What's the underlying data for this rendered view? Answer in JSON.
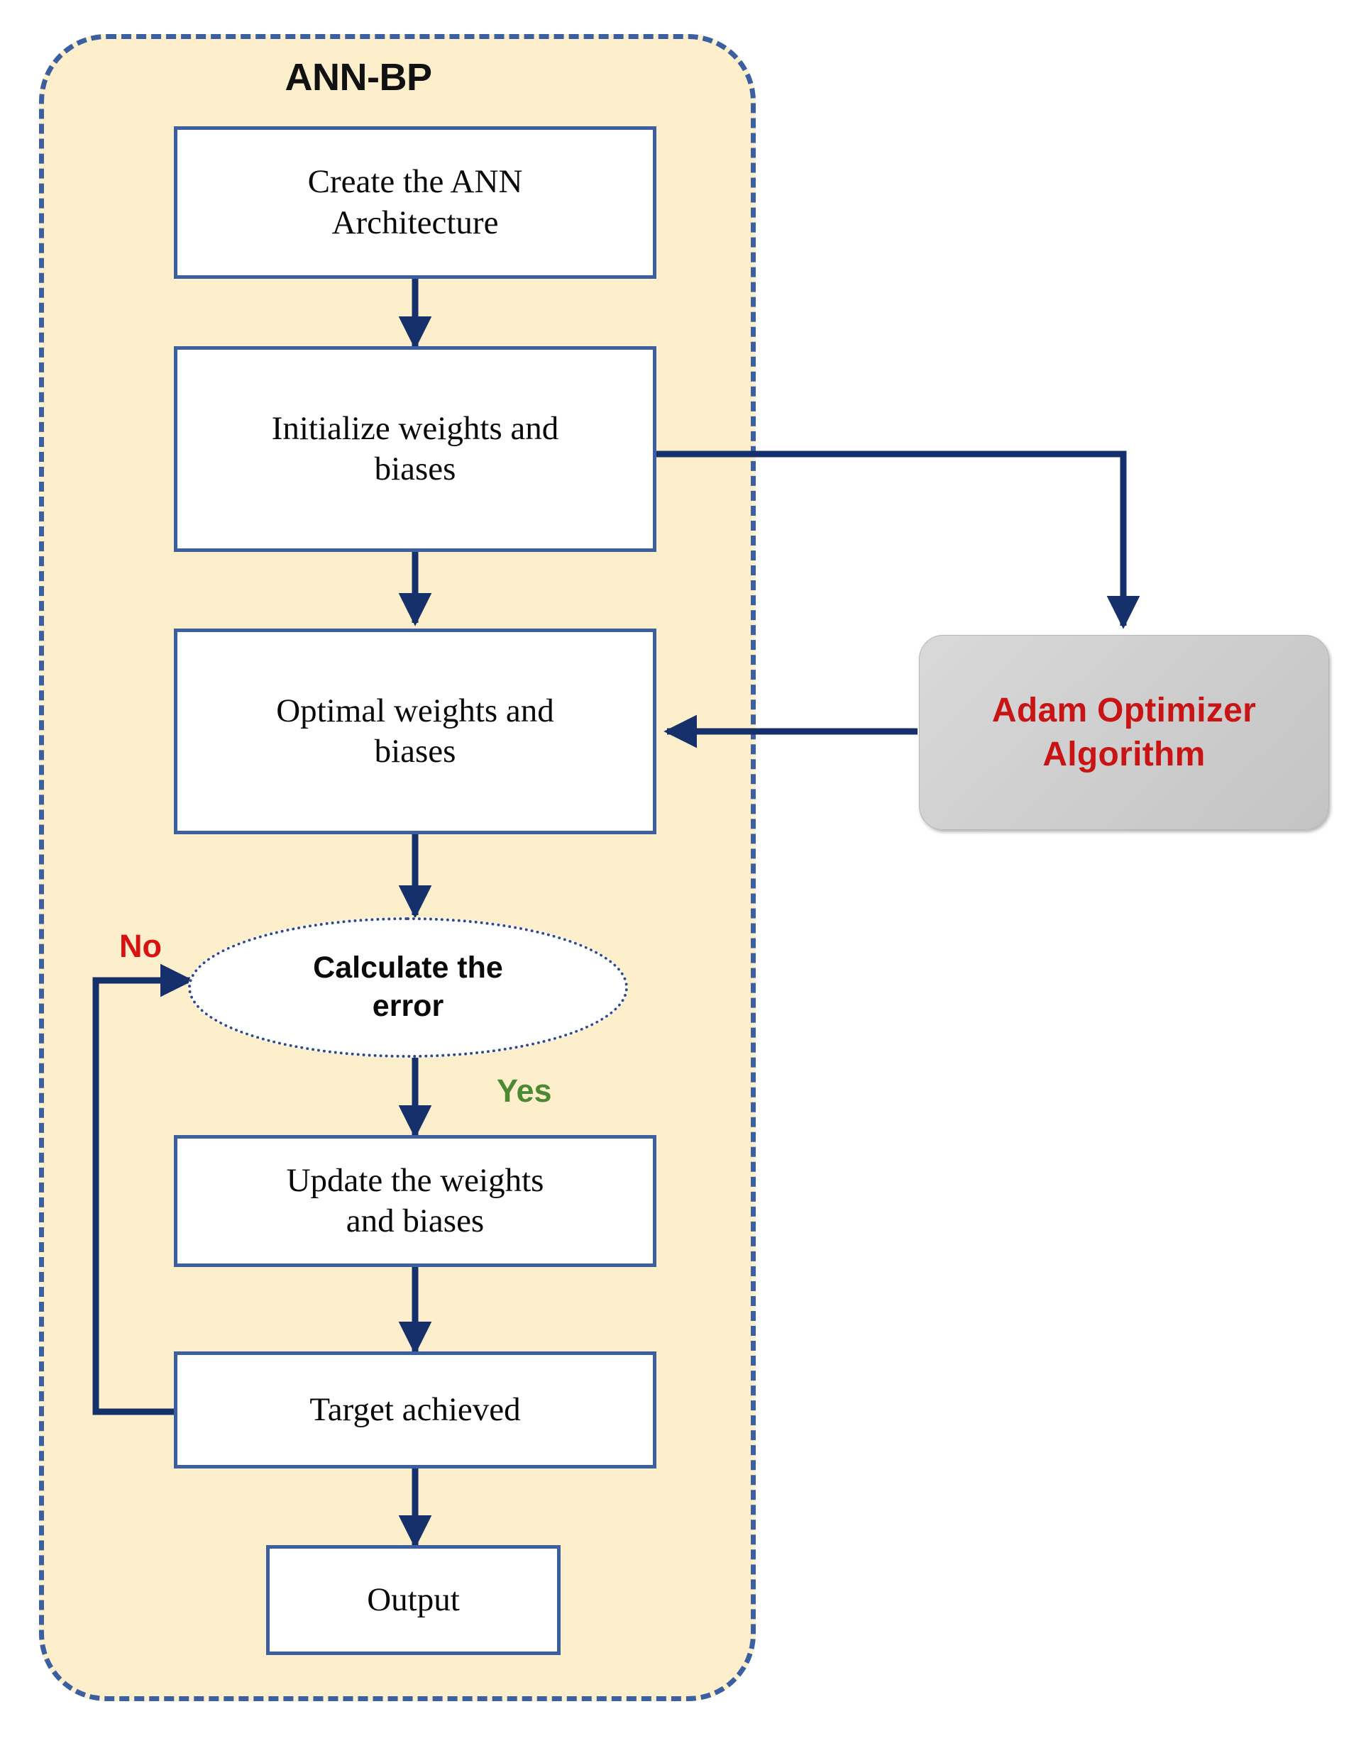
{
  "diagram": {
    "title": "ANN-BP",
    "colors": {
      "container_fill": "#fdeecc",
      "container_border": "#3b5fa0",
      "node_border": "#3b5fa0",
      "node_fill": "#ffffff",
      "connector": "#15306b",
      "adam_fill": "#cfcfcf",
      "adam_text": "#c81414",
      "label_no": "#d81212",
      "label_yes": "#4b8a33"
    },
    "nodes": [
      {
        "id": "create",
        "label": "Create the ANN Architecture",
        "shape": "rect"
      },
      {
        "id": "init",
        "label": "Initialize  weights and biases",
        "shape": "rect"
      },
      {
        "id": "optimal",
        "label": "Optimal  weights and biases",
        "shape": "rect"
      },
      {
        "id": "calcerror",
        "label": "Calculate the error",
        "shape": "ellipse"
      },
      {
        "id": "update",
        "label": "Update  the weights and biases",
        "shape": "rect"
      },
      {
        "id": "target",
        "label": "Target achieved",
        "shape": "rect"
      },
      {
        "id": "output",
        "label": "Output",
        "shape": "rect"
      },
      {
        "id": "adam",
        "label": "Adam Optimizer Algorithm",
        "shape": "rounded-rect"
      }
    ],
    "node_labels": {
      "create_line1": "Create the ANN",
      "create_line2": "Architecture",
      "init_line1": "Initialize  weights and",
      "init_line2": "biases",
      "optimal_line1": "Optimal  weights and",
      "optimal_line2": "biases",
      "calcerror_line1": "Calculate the",
      "calcerror_line2": "error",
      "update_line1": "Update  the weights",
      "update_line2": "and biases",
      "target": "Target achieved",
      "output": "Output",
      "adam_line1": "Adam Optimizer",
      "adam_line2": "Algorithm"
    },
    "edge_labels": {
      "no": "No",
      "yes": "Yes"
    },
    "edges": [
      {
        "from": "create",
        "to": "init",
        "label": ""
      },
      {
        "from": "init",
        "to": "adam",
        "label": ""
      },
      {
        "from": "init",
        "to": "optimal",
        "label": ""
      },
      {
        "from": "adam",
        "to": "optimal",
        "label": ""
      },
      {
        "from": "optimal",
        "to": "calcerror",
        "label": ""
      },
      {
        "from": "calcerror",
        "to": "update",
        "label": "Yes"
      },
      {
        "from": "update",
        "to": "target",
        "label": ""
      },
      {
        "from": "target",
        "to": "calcerror",
        "label": "No"
      },
      {
        "from": "target",
        "to": "output",
        "label": ""
      }
    ]
  }
}
